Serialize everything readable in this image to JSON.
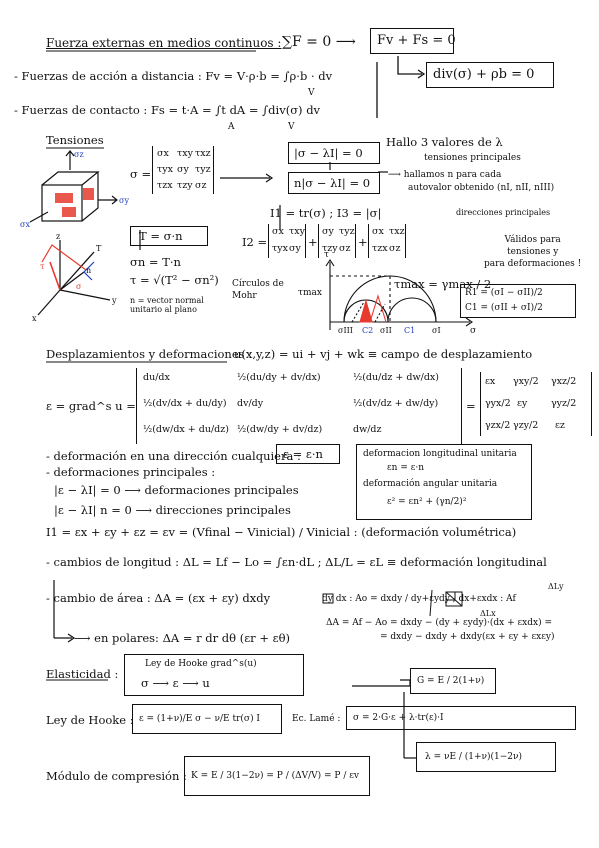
{
  "header": {
    "title": "Fuerza externas en medios continuos :",
    "eq": "∑F = 0 ⟶",
    "box1": "Fv + Fs = 0",
    "box2": "div(σ) + ρb = 0"
  },
  "forces": {
    "dist": "- Fuerzas de acción a distancia :  Fv = V·ρ·b = ∫ρ·b · dv",
    "contact": "- Fuerzas de contacto :  Fs = t·A = ∫t dA = ∫div(σ) dv",
    "sub_v": "V",
    "sub_a": "A",
    "sub_v2": "V"
  },
  "tensiones": {
    "heading": "Tensiones",
    "cube_labels": [
      "σz",
      "σy",
      "σx"
    ],
    "sigma_eq": "σ =",
    "matrix": [
      [
        "σx",
        "τxy",
        "τxz"
      ],
      [
        "τyx",
        "σy",
        "τyz"
      ],
      [
        "τzx",
        "τzy",
        "σz"
      ]
    ],
    "T_box": "T = σ·n",
    "sigma_n": "σn = T·n",
    "tau": "τ = √(T² − σn²)",
    "n_note": "n = vector normal\nunitario al plano",
    "det_box": "|σ − λI| = 0",
    "vec_box": "n|σ − λI| = 0",
    "hallo": "Hallo 3 valores de λ",
    "principales": "tensiones principales",
    "hallamos": "⟶ hallamos n para cada",
    "autovalor": "autovalor obtenido (nI, nII, nIII)",
    "direcciones": "direcciones principales",
    "invariants": "I1 = tr(σ) ;  I3 = |σ|",
    "i2_label": "I2 =",
    "i2_dets": [
      [
        [
          "σx",
          "τxy"
        ],
        [
          "τyx",
          "σy"
        ]
      ],
      [
        [
          "σy",
          "τyz"
        ],
        [
          "τzy",
          "σz"
        ]
      ],
      [
        [
          "σx",
          "τxz"
        ],
        [
          "τzx",
          "σz"
        ]
      ]
    ],
    "validos": "Válidos para\ntensiones y\npara deformaciones !",
    "mohr": "Círculos de\nMohr",
    "tau_max_lbl": "τmax",
    "tau_max_eq": "τmax = γmax / 2",
    "tau_axis": "τ",
    "sigma_axis": "σ",
    "mohr_ticks": [
      "σIII",
      "C2",
      "σII",
      "C1",
      "σI"
    ],
    "r_box": [
      "R1 = (σI − σII)/2",
      "C1 = (σII + σI)/2"
    ],
    "axis_labels": [
      "z",
      "T",
      "n",
      "σ",
      "τ",
      "y",
      "x"
    ]
  },
  "desplazamientos": {
    "heading": "Desplazamientos y deformaciones :",
    "field": "u(x,y,z) = ui + vj + wk ≡ campo de desplazamiento",
    "eps_lhs": "ε = grad^s u =",
    "matrix": [
      [
        "du/dx",
        "½(du/dy + dv/dx)",
        "½(du/dz + dw/dx)"
      ],
      [
        "½(dv/dx + du/dy)",
        "dv/dy",
        "½(dv/dz + dw/dy)"
      ],
      [
        "½(dw/dx + du/dz)",
        "½(dw/dy + dv/dz)",
        "dw/dz"
      ]
    ],
    "matrix2": [
      [
        "εx",
        "γxy/2",
        "γxz/2"
      ],
      [
        "γyx/2",
        "εy",
        "γyz/2"
      ],
      [
        "γzx/2",
        "γzy/2",
        "εz"
      ]
    ],
    "def_dir": "- deformación en una dirección cualquiera :",
    "eps_box": "ε = ε·n",
    "long_box": [
      "deformacion longitudinal unitaria",
      "εn = ε·n",
      "deformación angular unitaria",
      "ε² = εn² + (γn/2)²"
    ],
    "def_princ": "- deformaciones principales :",
    "dp1": "|ε − λI| = 0 ⟶ deformaciones principales",
    "dp2": "|ε − λI| n = 0 ⟶ direcciones principales",
    "i1": "I1 = εx + εy + εz = εv = (Vfinal − Vinicial) / Vinicial : (deformación volumétrica)",
    "cambio_long": "- cambios de longitud :  ΔL = Lf − Lo = ∫εn·dL ;  ΔL/L = εL ≡ deformación longitudinal",
    "cambio_area": "- cambio de área :  ΔA = (εx + εy) dxdy",
    "area_right": "dy dx : Ao = dxdy   /   dy+εydy , dx+εxdx : Af",
    "area_calc1": "ΔA = Af − Ao = dxdy − (dy + εydy)·(dx + εxdx) =",
    "area_calc2": "= dxdy − dxdy + dxdy(εx + εy + εxεy)",
    "polares": "⟶ en polares:  ΔA = r dr dθ (εr + εθ)",
    "dly": "ΔLy",
    "dlx": "ΔLx"
  },
  "elasticidad": {
    "heading": "Elasticidad :",
    "box_top": "Ley de Hooke     grad^s(u)",
    "box_bottom": "σ ⟶ ε ⟶ u",
    "G_box": "G = E / 2(1+ν)",
    "hooke_lbl": "Ley de Hooke :",
    "hooke_box": "ε = (1+ν)/E σ − ν/E tr(σ) I",
    "lame_lbl": "Ec. Lamé :",
    "lame_box": "σ = 2·G·ε + λ·tr(ε)·I",
    "lambda_box": "λ = νE / (1+ν)(1−2ν)",
    "modulo_lbl": "Módulo de compresión :",
    "modulo_box": "K = E / 3(1−2ν) = P / (ΔV/V) = P / εv"
  }
}
